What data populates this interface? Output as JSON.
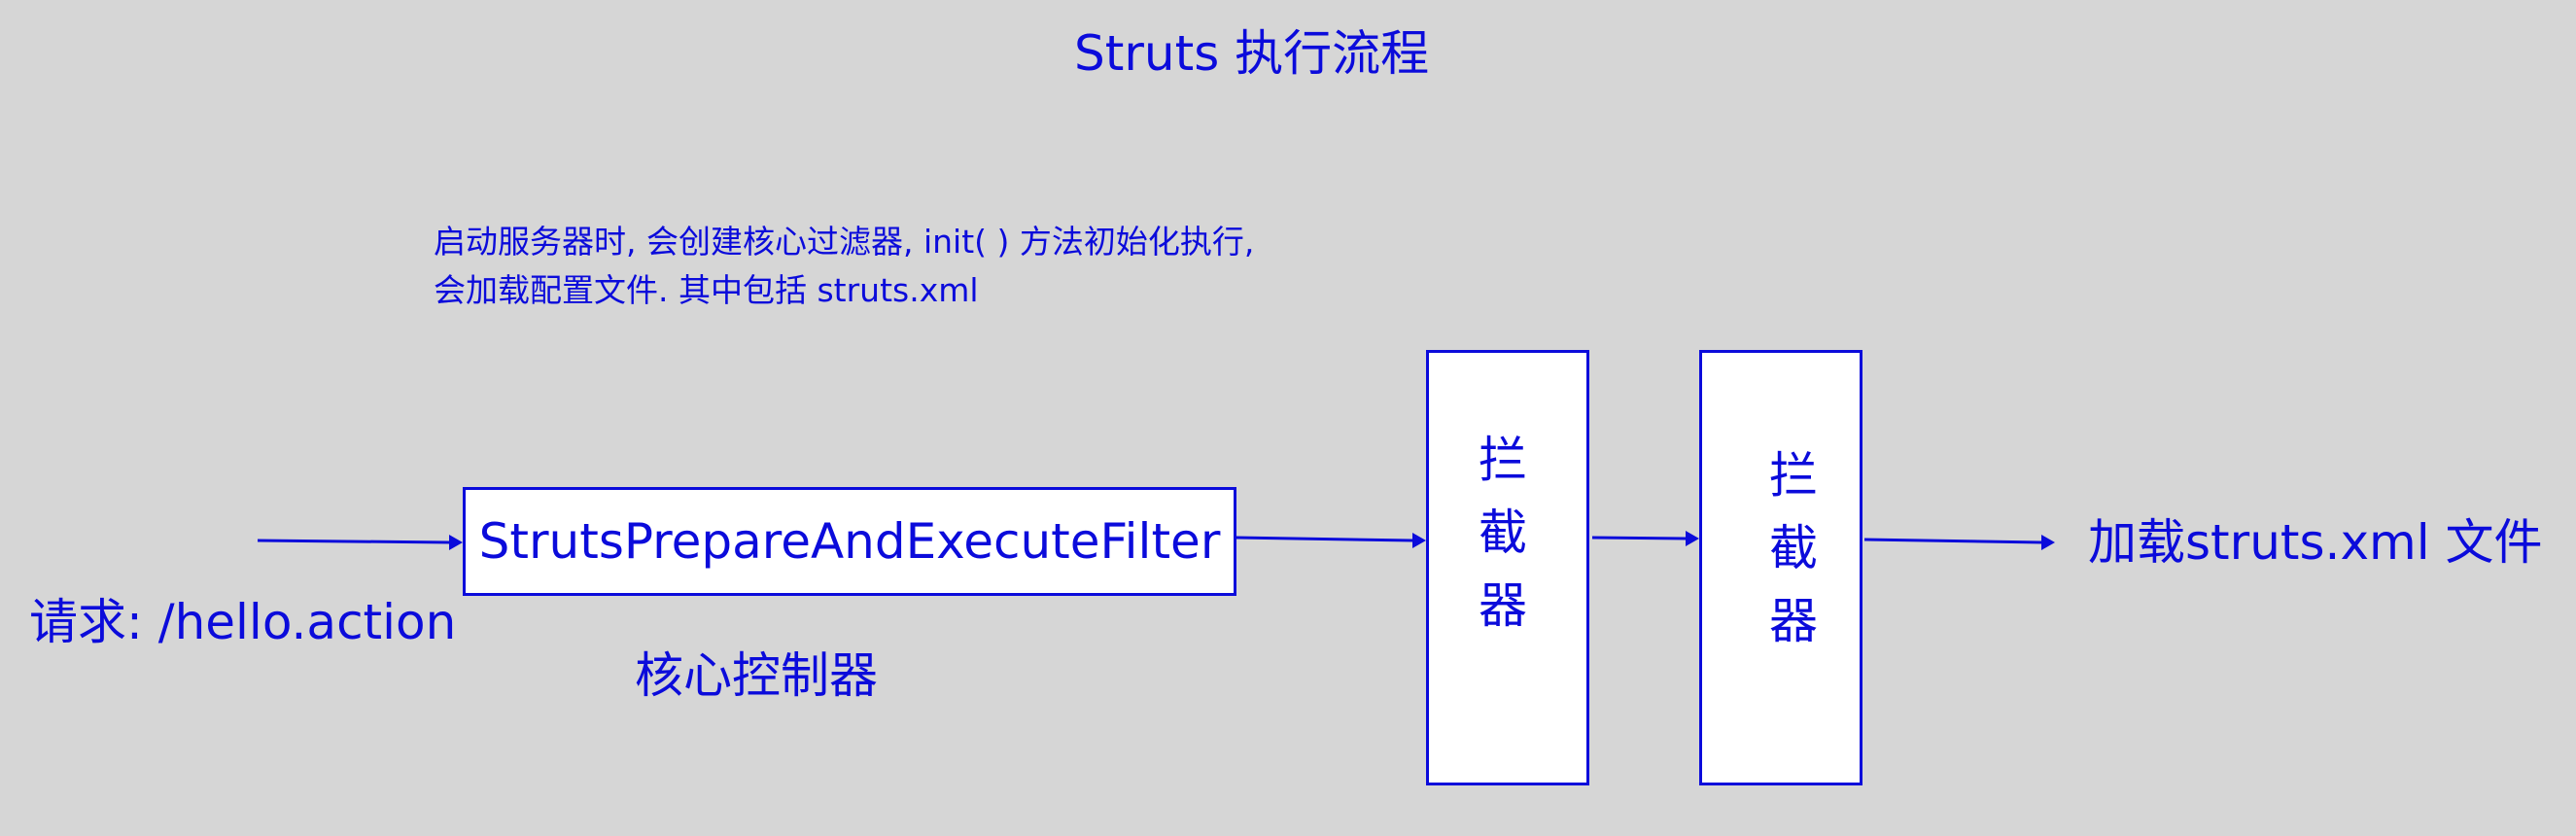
{
  "title": "Struts 执行流程",
  "note": {
    "line1": "启动服务器时, 会创建核心过滤器, init( ) 方法初始化执行,",
    "line2": "会加载配置文件. 其中包括 struts.xml"
  },
  "request": "请求: /hello.action",
  "filter": {
    "label": "StrutsPrepareAndExecuteFilter",
    "caption": "核心控制器"
  },
  "interceptors": [
    {
      "label": "拦截器"
    },
    {
      "label": "拦截器"
    }
  ],
  "result": "加载struts.xml 文件",
  "colors": {
    "background": "#d6d6d6",
    "accent": "#0b0bdb",
    "box_fill": "#ffffff"
  }
}
